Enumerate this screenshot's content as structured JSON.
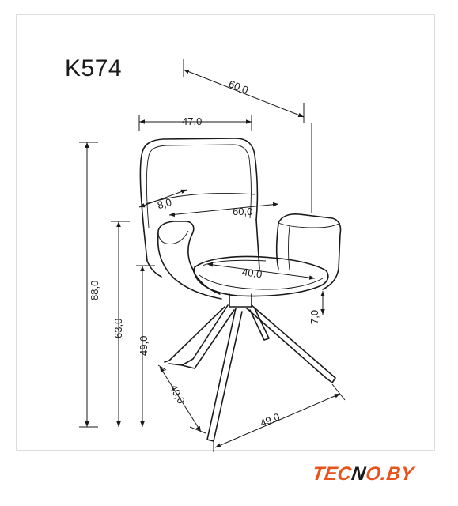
{
  "model": "K574",
  "brand": {
    "name_left": "TEC",
    "name_slash": "N",
    "name_right": "O.BY",
    "color": "#e8541c"
  },
  "dimensions": {
    "depth_total": "60,0",
    "back_width": "47,0",
    "armrest_width": "8,0",
    "seat_width": "60,0",
    "seat_depth": "40,0",
    "armrest_height_above_seat": "7,0",
    "total_height": "88,0",
    "armrest_height": "63,0",
    "seat_height": "49,0",
    "base_depth": "49,0",
    "base_width": "49,0"
  }
}
